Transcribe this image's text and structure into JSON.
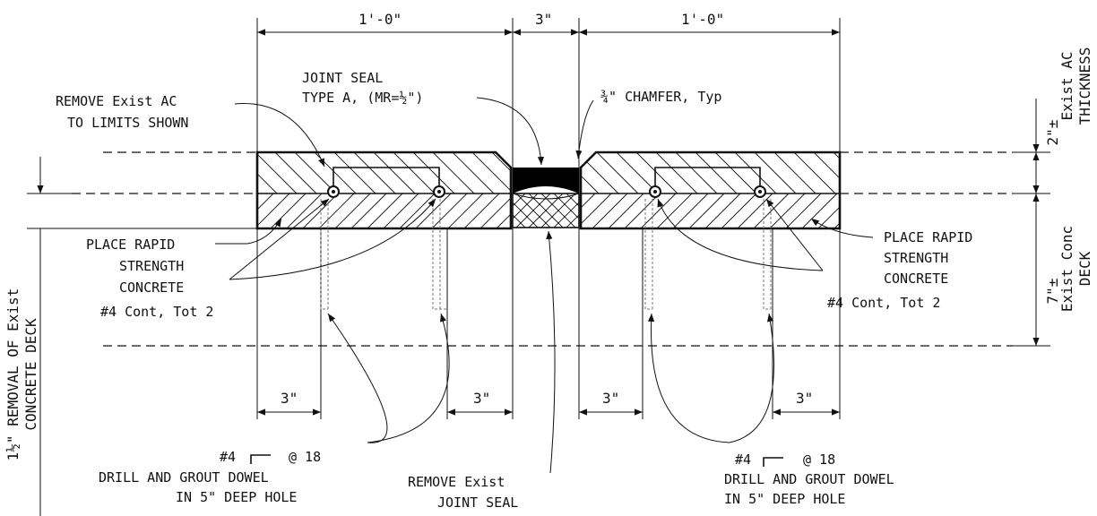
{
  "dimensions": {
    "top_left": "1'-0\"",
    "top_mid": "3\"",
    "top_right": "1'-0\"",
    "bottom": [
      "3\"",
      "3\"",
      "3\"",
      "3\""
    ]
  },
  "right_side": {
    "ac_value": "2\"±",
    "ac_line1": "Exist AC",
    "ac_line2": "THICKNESS",
    "conc_value": "7\"±",
    "conc_line1": "Exist Conc",
    "conc_line2": "DECK"
  },
  "left_side": {
    "removal_line1": "1½\" REMOVAL OF Exist",
    "removal_line2": "CONCRETE DECK"
  },
  "labels": {
    "remove_ac": [
      "REMOVE Exist AC",
      "TO LIMITS SHOWN"
    ],
    "joint_seal": [
      "JOINT SEAL",
      "TYPE A, (MR=½\")"
    ],
    "chamfer": "¾\" CHAMFER, Typ",
    "place_rapid_left": [
      "PLACE RAPID",
      "STRENGTH",
      "CONCRETE"
    ],
    "place_rapid_right": [
      "PLACE RAPID",
      "STRENGTH",
      "CONCRETE"
    ],
    "cont_left": "#4 Cont, Tot 2",
    "cont_right": "#4 Cont, Tot 2",
    "dowel_left": [
      "#4",
      "@ 18",
      "DRILL AND GROUT DOWEL",
      "IN 5\" DEEP HOLE"
    ],
    "dowel_right": [
      "#4",
      "@ 18",
      "DRILL AND GROUT DOWEL",
      "IN 5\" DEEP HOLE"
    ],
    "remove_seal": [
      "REMOVE Exist",
      "JOINT SEAL"
    ]
  }
}
